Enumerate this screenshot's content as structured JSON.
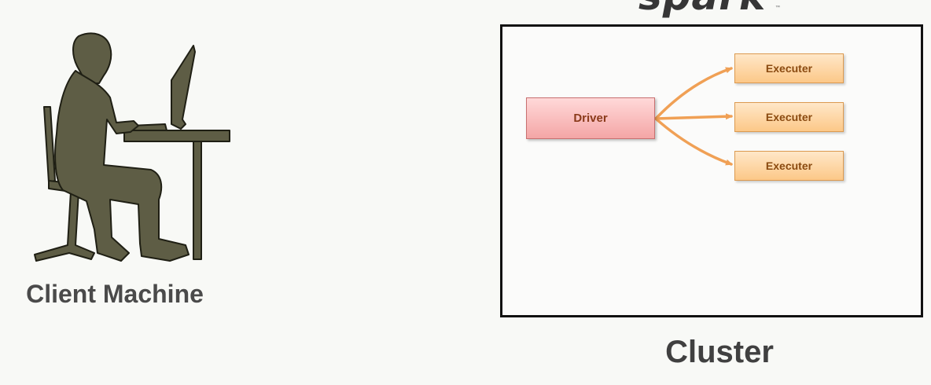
{
  "logo": {
    "fragment": "spark",
    "trademark": "™"
  },
  "client": {
    "label": "Client Machine"
  },
  "cluster": {
    "label": "Cluster",
    "driver": {
      "label": "Driver"
    },
    "executers": [
      {
        "label": "Executer"
      },
      {
        "label": "Executer"
      },
      {
        "label": "Executer"
      }
    ]
  },
  "colors": {
    "silhouette": "#5e5d45",
    "arrow": "#f0a055",
    "driver_fill": "#f4a6a6",
    "executer_fill": "#fcc888"
  }
}
